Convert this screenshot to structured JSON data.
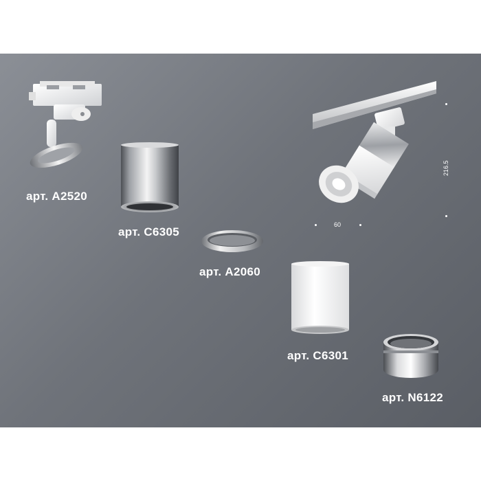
{
  "products": {
    "a2520": {
      "label": "арт. A2520"
    },
    "c6305": {
      "label": "арт. C6305"
    },
    "a2060": {
      "label": "арт. A2060"
    },
    "c6301": {
      "label": "арт. C6301"
    },
    "n6122": {
      "label": "арт. N6122"
    }
  },
  "dimensions": {
    "width": "60",
    "height": "216.5"
  },
  "colors": {
    "background_panel": "#6f737a",
    "label_text": "#ffffff",
    "white_part": "#f2f2f2",
    "chrome_part": "#c7c9cc"
  }
}
